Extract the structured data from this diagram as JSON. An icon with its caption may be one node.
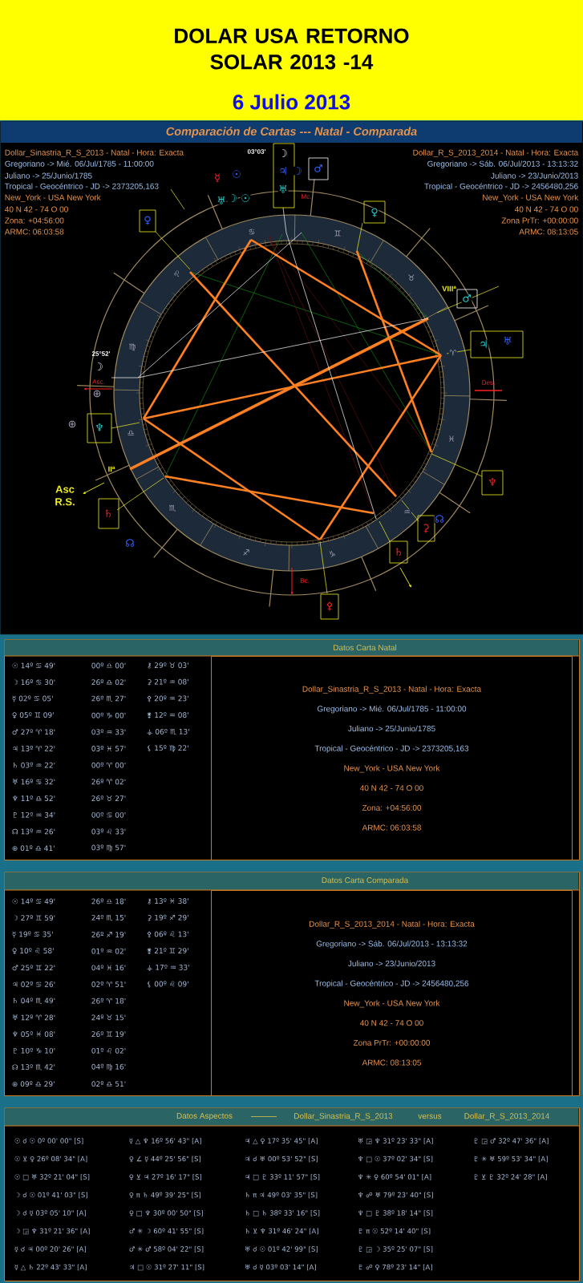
{
  "diagram": {
    "title": "DOLAR USA RETORNO SOLAR 2013 -14",
    "nodes": [
      {
        "text": [
          "Comparación de Cartas --- Natal - Comparada"
        ]
      },
      {
        "text": [
          "Datos Carta Natal"
        ]
      },
      {
        "text": [
          "Dollar_Sinastria_R_S_2013 - Natal - Hora: Exacta",
          "Gregoriano -> Mié. 06/Jul/1785 - 11:00:00",
          "Juliano -> 25/Junio/1785",
          "Tropical - Geocéntrico - JD -> 2373205,163",
          "New_York - USA New York",
          "40 N 42 - 74 O 00",
          "Zona: +04:56:00",
          "ARMC: 06:03:58"
        ],
        "in": 1
      },
      {
        "text": [
          "Datos Carta Comparada"
        ]
      },
      {
        "text": [
          "Dollar_R_S_2013_2014 - Natal - Hora: Exacta",
          "Gregoriano -> Sáb. 06/Jul/2013 - 13:13:32",
          "Juliano -> 23/Junio/2013",
          "Tropical - Geocéntrico - JD -> 2456480,256",
          "New_York - USA New York",
          "40 N 42 - 74 O 00",
          "Zona PrTr: +00:00:00",
          "ARMC: 08:13:05"
        ],
        "in": 3
      },
      {
        "text": [
          "Datos Aspectos",
          "Dollar_Sinastria_R_S_2013",
          "versus",
          "Dollar_R_S_2013_2014"
        ]
      }
    ],
    "labels": [
      "6 Julio 2013",
      "Dollar_Sinastria_R_S_2013 - Natal - Hora: Exacta",
      "Gregoriano -> Mié. 06/Jul/1785 - 11:00:00",
      "Juliano -> 25/Junio/1785",
      "Tropical - Geocéntrico - JD -> 2373205,163",
      "New_York - USA New York",
      "40 N 42 - 74 O 00",
      "Zona: +04:56:00",
      "ARMC: 06:03:58",
      "Dollar_R_S_2013_2014 - Natal - Hora: Exacta",
      "Gregoriano -> Sáb. 06/Jul/2013 - 13:13:32",
      "Juliano -> 23/Junio/2013",
      "Tropical - Geocéntrico - JD -> 2456480,256",
      "New_York - USA New York",
      "40 N 42 - 74 O 00",
      "Zona PrTr: +00:00:00",
      "ARMC: 08:13:05",
      "03°03'",
      "25°52'",
      "VIIIª",
      "IIª",
      "Asc R.S.",
      "Asc.",
      "Des.",
      "Mc.",
      "Bc.",
      "♋",
      "♊",
      "♌",
      "♉",
      "♍",
      "♈",
      "♎",
      "♓",
      "♏",
      "♒",
      "♐",
      "♑",
      "☽",
      "♅",
      "♃",
      "☽",
      "♂",
      "☿",
      "☉",
      "♅",
      "☽",
      "☉",
      "♀",
      "♀",
      "♂",
      "♃",
      "♅",
      "☽",
      "⊕",
      "⊕",
      "♆",
      "♄",
      "☊",
      "♆",
      "☊",
      "⚳",
      "♄",
      "⚴",
      "☉ 14º ♋ 49'",
      "00º ♎ 00'",
      "⚷ 29º ♉ 03'",
      "☽ 16º ♋ 30'",
      "26º ♎ 02'",
      "⚳ 21º ♒ 08'",
      "☿ 02º ♋ 05'",
      "26º ♏ 27'",
      "⚴ 20º ♒ 23'",
      "♀ 05º ♊ 09'",
      "00º ♑ 00'",
      "⚵ 12º ♒ 08'",
      "♂ 27º ♈ 18'",
      "03º ♒ 33'",
      "⚶ 06º ♏ 13'",
      "♃ 13º ♈ 22'",
      "03º ♓ 57'",
      "⚸ 15º ♍ 22'",
      "♄ 03º ♒ 22'",
      "00º ♈ 00'",
      "♅ 16º ♋ 32'",
      "26º ♈ 02'",
      "♆ 11º ♎ 52'",
      "26º ♉ 27'",
      "♇ 12º ♒ 34'",
      "00º ♋ 00'",
      "☊ 13º ♒ 26'",
      "03º ♌ 33'",
      "⊕ 01º ♎ 41'",
      "03º ♍ 57'",
      "☉ 14º ♋ 49'",
      "26º ♎ 18'",
      "⚷ 13º ♓ 38'",
      "☽ 27º ♊ 59'",
      "24º ♏ 15'",
      "⚳ 19º ♐ 29'",
      "☿ 19º ♋ 35'",
      "26º ♐ 19'",
      "⚴ 06º ♌ 13'",
      "♀ 10º ♌ 58'",
      "01º ♒ 02'",
      "⚵ 21º ♊ 29'",
      "♂ 25º ♊ 22'",
      "04º ♓ 16'",
      "⚶ 17º ♒ 33'",
      "♃ 02º ♋ 26'",
      "02º ♈ 51'",
      "⚸ 00º ♌ 09'",
      "♄ 04º ♏ 49'",
      "26º ♈ 18'",
      "♅ 12º ♈ 28'",
      "24º ♉ 15'",
      "♆ 05º ♓ 08'",
      "26º ♊ 19'",
      "♇ 10º ♑ 10'",
      "01º ♌ 02'",
      "☊ 13º ♏ 42'",
      "04º ♍ 16'",
      "⊕ 09º ♎ 29'",
      "02º ♎ 51'",
      "☉ ☌ ☉ 0º 00' 00\" [S]",
      "☿ △ ♆ 16º 56' 43\" [A]",
      "♃ △ ♀ 17º 35' 45\" [A]",
      "♅ ◲ ♆ 31º 23' 33\" [A]",
      "♇ ◲ ♂ 32º 47' 36\" [A]",
      "☉ ⊻ ♀ 26º 08' 34\" [A]",
      "♀ ∠ ☿ 44º 25' 56\" [S]",
      "♃ ☌ ♅ 00º 53' 52\" [S]",
      "♆ □ ☉ 37º 02' 34\" [S]",
      "♇ ✳ ♅ 59º 53' 34\" [A]",
      "☉ □ ♅ 32º 21' 04\" [S]",
      "♀ ⊻ ♃ 27º 16' 17\" [S]",
      "♃ □ ♇ 33º 11' 57\" [S]",
      "♆ ✳ ♀ 60º 54' 01\" [A]",
      "♇ ⊻ ♇ 32º 24' 28\" [A]",
      "☽ ☌ ☉ 01º 41' 03\" [S]",
      "♀ π ♄ 49º 39' 25\" [S]",
      "♄ π ♃ 49º 03' 35\" [S]",
      "♆ ☍ ♅ 79º 23' 40\" [S]",
      "☽ ☌ ☿ 03º 05' 10\" [A]",
      "♀ □ ♆ 30º 00' 50\" [S]",
      "♄ □ ♄ 38º 33' 16\" [S]",
      "♆ □ ♇ 38º 18' 14\" [S]",
      "☽ ◲ ♆ 31º 21' 36\" [A]",
      "♂ ✳ ☽ 60º 41' 55\" [S]",
      "♄ ⊻ ♆ 31º 46' 24\" [A]",
      "♇ π ☉ 52º 14' 40\" [S]",
      "☿ ☌ ♃ 00º 20' 26\" [A]",
      "♂ ✳ ♂ 58º 04' 22\" [S]",
      "♅ ☌ ☉ 01º 42' 99\" [S]",
      "♇ ◲ ☽ 35º 25' 07\" [S]",
      "☿ △ ♄ 22º 43' 33\" [A]",
      "♃ □ ☉ 31º 27' 11\" [S]",
      "♅ ☌ ☿ 03º 03' 14\" [A]",
      "♇ ☍ ♀ 78º 23' 14\" [A]"
    ]
  }
}
